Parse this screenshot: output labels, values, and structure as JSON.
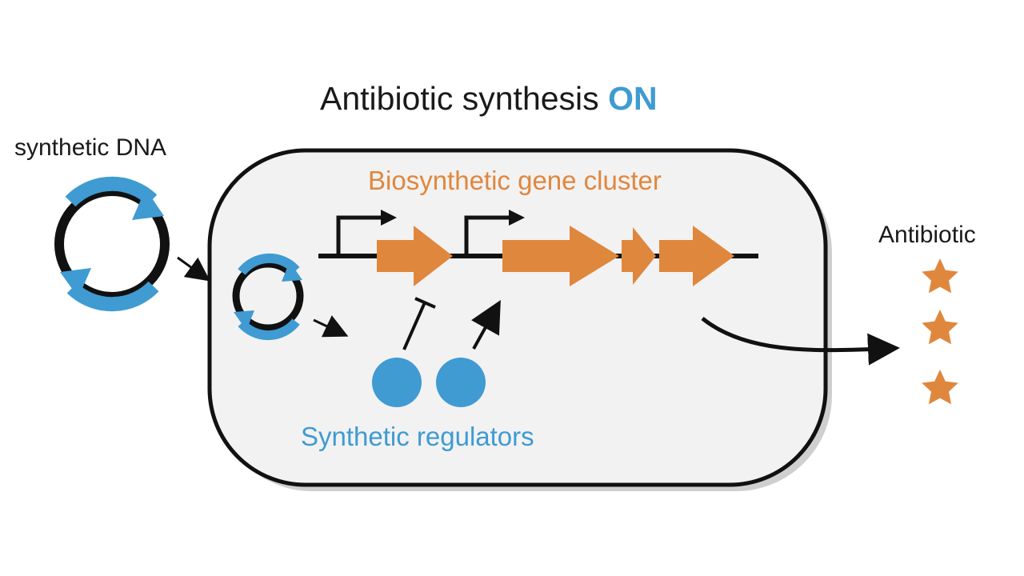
{
  "title": {
    "prefix": "Antibiotic synthesis ",
    "state": "ON"
  },
  "labels": {
    "synthetic_dna": "synthetic DNA",
    "gene_cluster": "Biosynthetic gene cluster",
    "regulators": "Synthetic regulators",
    "antibiotic": "Antibiotic"
  },
  "colors": {
    "orange": "#e0873e",
    "blue": "#3f9bd2",
    "cell_fill": "#f2f2f2",
    "cell_shadow": "#cfcfcf",
    "ink": "#111111"
  },
  "icons": {
    "plasmid": "plasmid-ring-icon",
    "promoter": "promoter-arrow-icon",
    "gene": "gene-arrow-icon",
    "regulator": "regulator-protein-icon",
    "product": "star-icon"
  }
}
